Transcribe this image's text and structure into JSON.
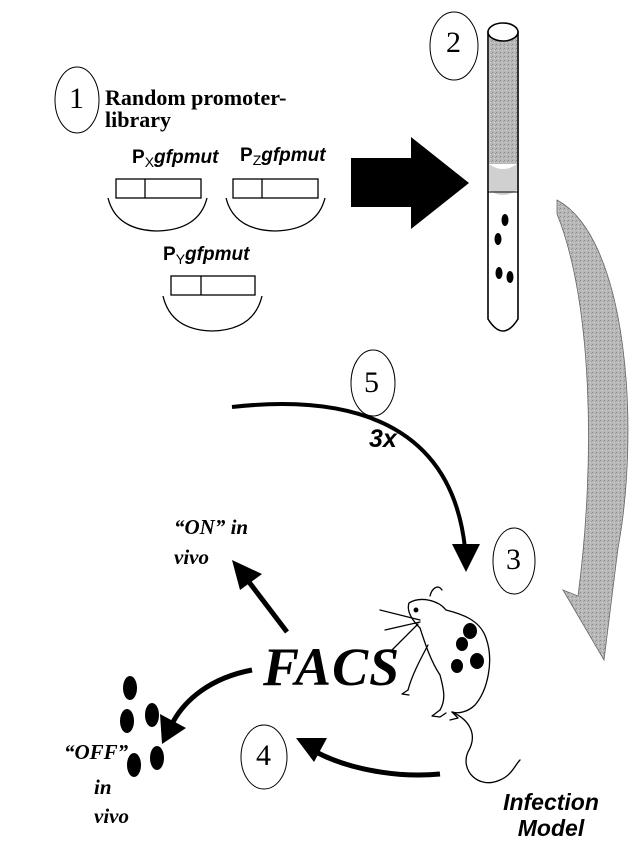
{
  "steps": {
    "s1": "1",
    "s2": "2",
    "s3": "3",
    "s4": "4",
    "s5": "5"
  },
  "library": {
    "line1": "Random promoter-",
    "line2": "library"
  },
  "plasmids": {
    "x": {
      "p": "P",
      "sub": "X",
      "gene": "gfpmut"
    },
    "z": {
      "p": "P",
      "sub": "Z",
      "gene": "gfpmut"
    },
    "y": {
      "p": "P",
      "sub": "Y",
      "gene": "gfpmut"
    }
  },
  "labels": {
    "repeat": "3x",
    "facs": "FACS",
    "on_line1": "“ON” in",
    "on_line2": "vivo",
    "off_line1": "“OFF”",
    "off_line2": "in",
    "off_line3": "vivo",
    "model_line1": "Infection",
    "model_line2": "Model"
  },
  "colors": {
    "ink": "#000000",
    "tube_top": "#a8a8a8",
    "ribbon": "#b4b4b4",
    "background": "#ffffff"
  }
}
